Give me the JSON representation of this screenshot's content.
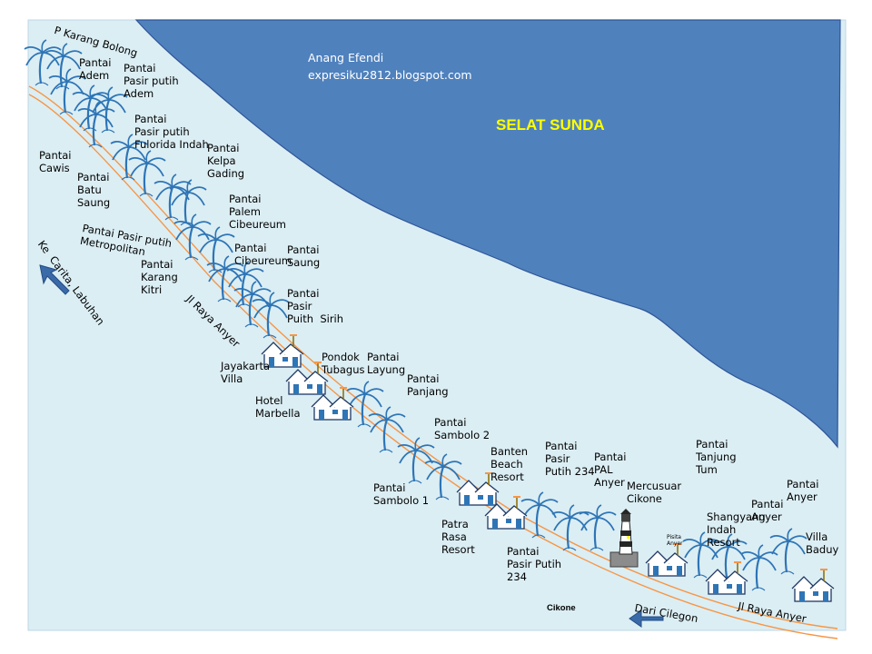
{
  "sea": {
    "name": "SELAT SUNDA"
  },
  "credits": {
    "author": "Anang Efendi",
    "blog": "expresiku2812.blogspot.com"
  },
  "roads": [
    "Jl Raya Anyer",
    "Jl Raya Anyer"
  ],
  "directions": {
    "north": "Ke  Carita, Labuhan",
    "east": "Dari Cilegon"
  },
  "town_label": "Cikone",
  "lighthouse_sign": "Pisita\nAnyer",
  "places": [
    "P Karang Bolong",
    "Pantai\nAdem",
    "Pantai\nPasir putih\nAdem",
    "Pantai\nPasir putih\nFulorida Indah",
    "Pantai\nKelpa\nGading",
    "Pantai\nCawis",
    "Pantai\nBatu\nSaung",
    "Pantai Pasir putih\nMetropolitan",
    "Pantai\nPalem\nCibeureum",
    "Pantai\nCibeureum",
    "Pantai\nSaung",
    "Pantai\nKarang\nKitri",
    "Pantai\nPasir\nPuith  Sirih",
    "Pondok\nTubagus",
    "Jayakarta\nVilla",
    "Hotel\nMarbella",
    "Pantai\nLayung",
    "Pantai\nPanjang",
    "Pantai\nSambolo 2",
    "Banten\nBeach\nResort",
    "Pantai\nSambolo 1",
    "Pantai\nPasir\nPutih 234",
    "Pantai\nPAL\nAnyer",
    "Mercusuar\nCikone",
    "Patra\nRasa\nResort",
    "Pantai\nPasir Putih\n234",
    "Pantai\nTanjung\nTum",
    "Shangyang\nIndah\nResort",
    "Pantai\nAnyer",
    "Pantai\nAnyer",
    "Villa\nBaduy"
  ],
  "colors": {
    "sea": "#4f81bd",
    "land": "#dbeef4",
    "road": "#f79646",
    "palm": "#2e75b6",
    "arrow": "#3a6aa8"
  }
}
